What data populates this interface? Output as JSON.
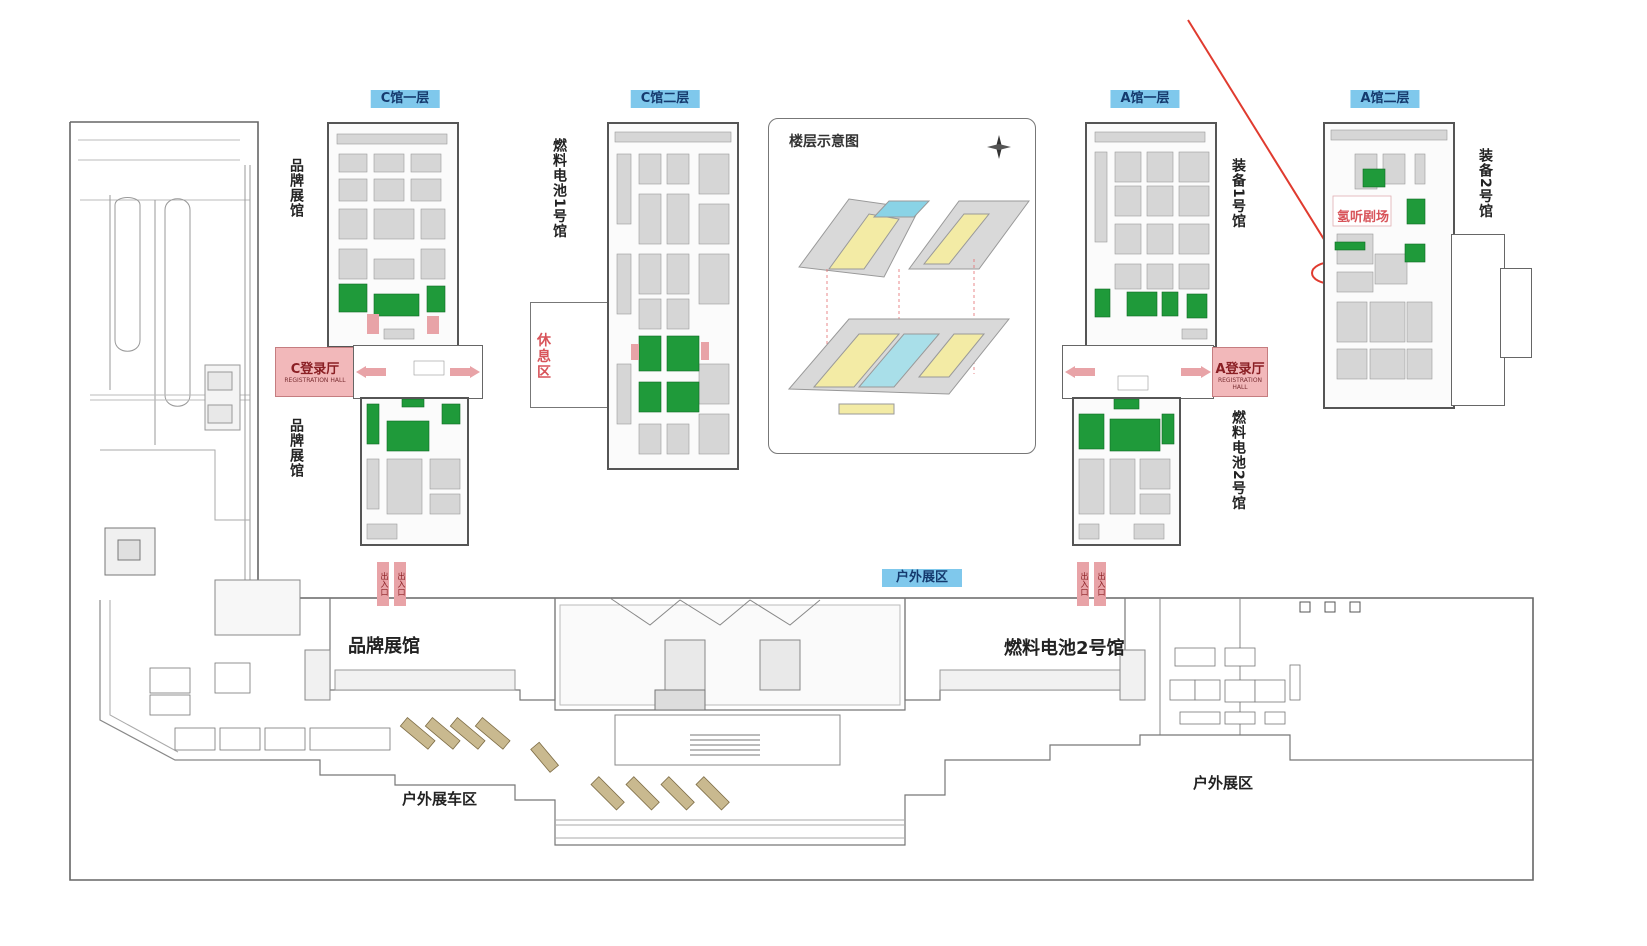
{
  "hall_titles": {
    "c_first": "C馆一层",
    "c_second": "C馆二层",
    "a_first": "A馆一层",
    "a_second": "A馆二层"
  },
  "vertical_labels": {
    "brand_top": "品牌展馆",
    "brand_bottom": "品牌展馆",
    "fuel_cell_1": "燃料电池1号馆",
    "equip_1": "装备1号馆",
    "equip_2": "装备2号馆",
    "fuel_cell_2": "燃料电池2号馆"
  },
  "registration": {
    "c_hall": {
      "cn": "C登录厅",
      "en": "REGISTRATION HALL"
    },
    "a_hall": {
      "cn": "A登录厅",
      "en": "REGISTRATION HALL"
    }
  },
  "rest_area": "休息区",
  "theater": "氢听剧场",
  "floor_diagram": {
    "title": "楼层示意图"
  },
  "outdoor": {
    "banner": "户外展区",
    "left_zone": "户外展车区",
    "right_zone": "户外展区"
  },
  "ground_labels": {
    "brand_hall": "品牌展馆",
    "fuel_hall_2": "燃料电池2号馆"
  },
  "entrances": [
    "出入口",
    "出入口",
    "出入口",
    "出入口"
  ],
  "colors": {
    "booth_green": "#1f9a3a",
    "booth_gray": "#d6d6d6",
    "registration_pink": "#f2b8ba",
    "title_blue": "#7fc8ec",
    "arrow_red": "#e03b2f"
  }
}
